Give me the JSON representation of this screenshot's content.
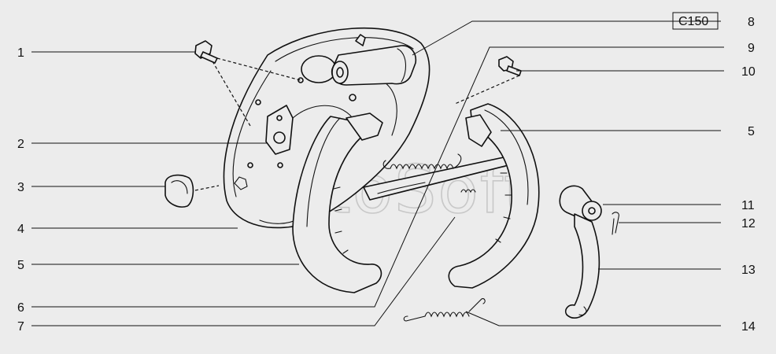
{
  "catalog_code": "C150",
  "watermark": "AutoSoft",
  "callouts": [
    {
      "id": "1",
      "label": "1"
    },
    {
      "id": "2",
      "label": "2"
    },
    {
      "id": "3",
      "label": "3"
    },
    {
      "id": "4",
      "label": "4"
    },
    {
      "id": "5a",
      "label": "5"
    },
    {
      "id": "6",
      "label": "6"
    },
    {
      "id": "7",
      "label": "7"
    },
    {
      "id": "8",
      "label": "8"
    },
    {
      "id": "9",
      "label": "9"
    },
    {
      "id": "10",
      "label": "10"
    },
    {
      "id": "5b",
      "label": "5"
    },
    {
      "id": "11",
      "label": "11"
    },
    {
      "id": "12",
      "label": "12"
    },
    {
      "id": "13",
      "label": "13"
    },
    {
      "id": "14",
      "label": "14"
    }
  ]
}
